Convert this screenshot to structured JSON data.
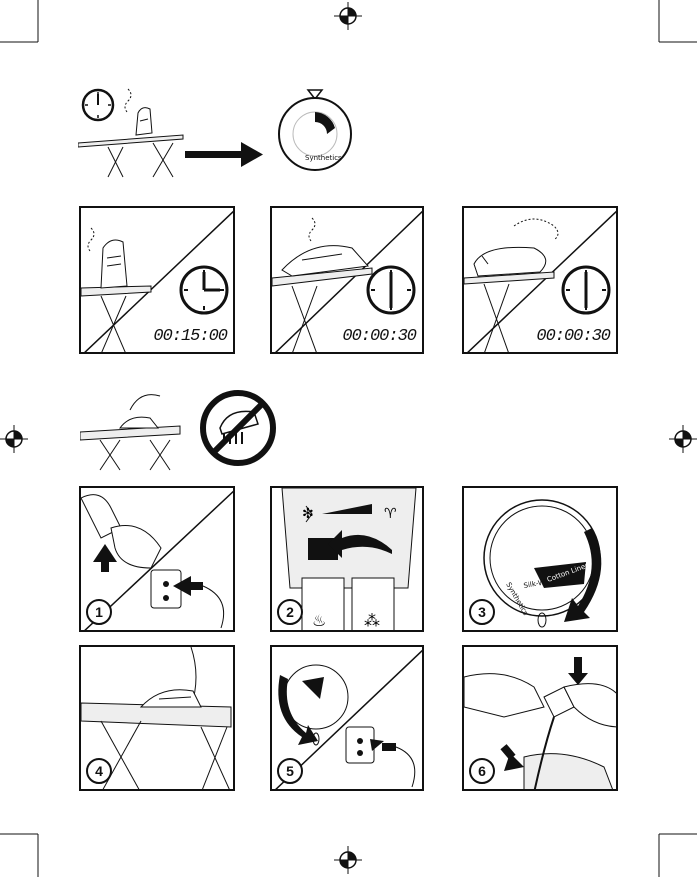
{
  "timers": {
    "t1": "00:15:00",
    "t2": "00:00:30",
    "t3": "00:00:30"
  },
  "steps": [
    "1",
    "2",
    "3",
    "4",
    "5",
    "6"
  ],
  "dial": {
    "label_synthetics": "Synthetics",
    "label_silk_wool": "Silk-Wool",
    "label_cotton_linen": "Cotton Linen"
  },
  "icons": {
    "registration": "registration-crosshair-icon",
    "clock": "clock-icon",
    "arrow": "arrow-right-icon",
    "no_symbol": "prohibited-icon"
  },
  "colors": {
    "ink": "#111111",
    "paper": "#ffffff",
    "shade": "#dddddd"
  }
}
